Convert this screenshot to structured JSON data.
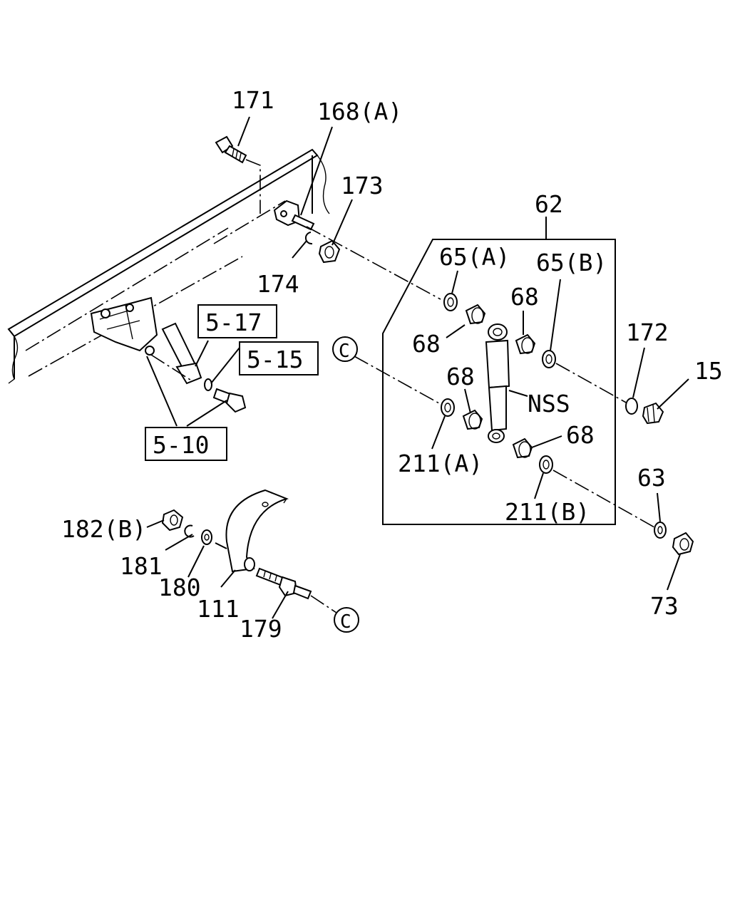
{
  "labels": {
    "l171": "171",
    "l168a": "168(A)",
    "l173": "173",
    "l174": "174",
    "l62": "62",
    "l65a": "65(A)",
    "l65b": "65(B)",
    "l68_1": "68",
    "l68_2": "68",
    "l68_3": "68",
    "l68_4": "68",
    "l172": "172",
    "l15": "15",
    "lnss": "NSS",
    "l211a": "211(A)",
    "l211b": "211(B)",
    "l63": "63",
    "l73": "73",
    "l182b": "182(B)",
    "l181": "181",
    "l180": "180",
    "l111": "111",
    "l179": "179"
  },
  "refs": {
    "r517": "5-17",
    "r515": "5-15",
    "r510": "5-10"
  },
  "circles": {
    "c1": "C",
    "c2": "C"
  }
}
